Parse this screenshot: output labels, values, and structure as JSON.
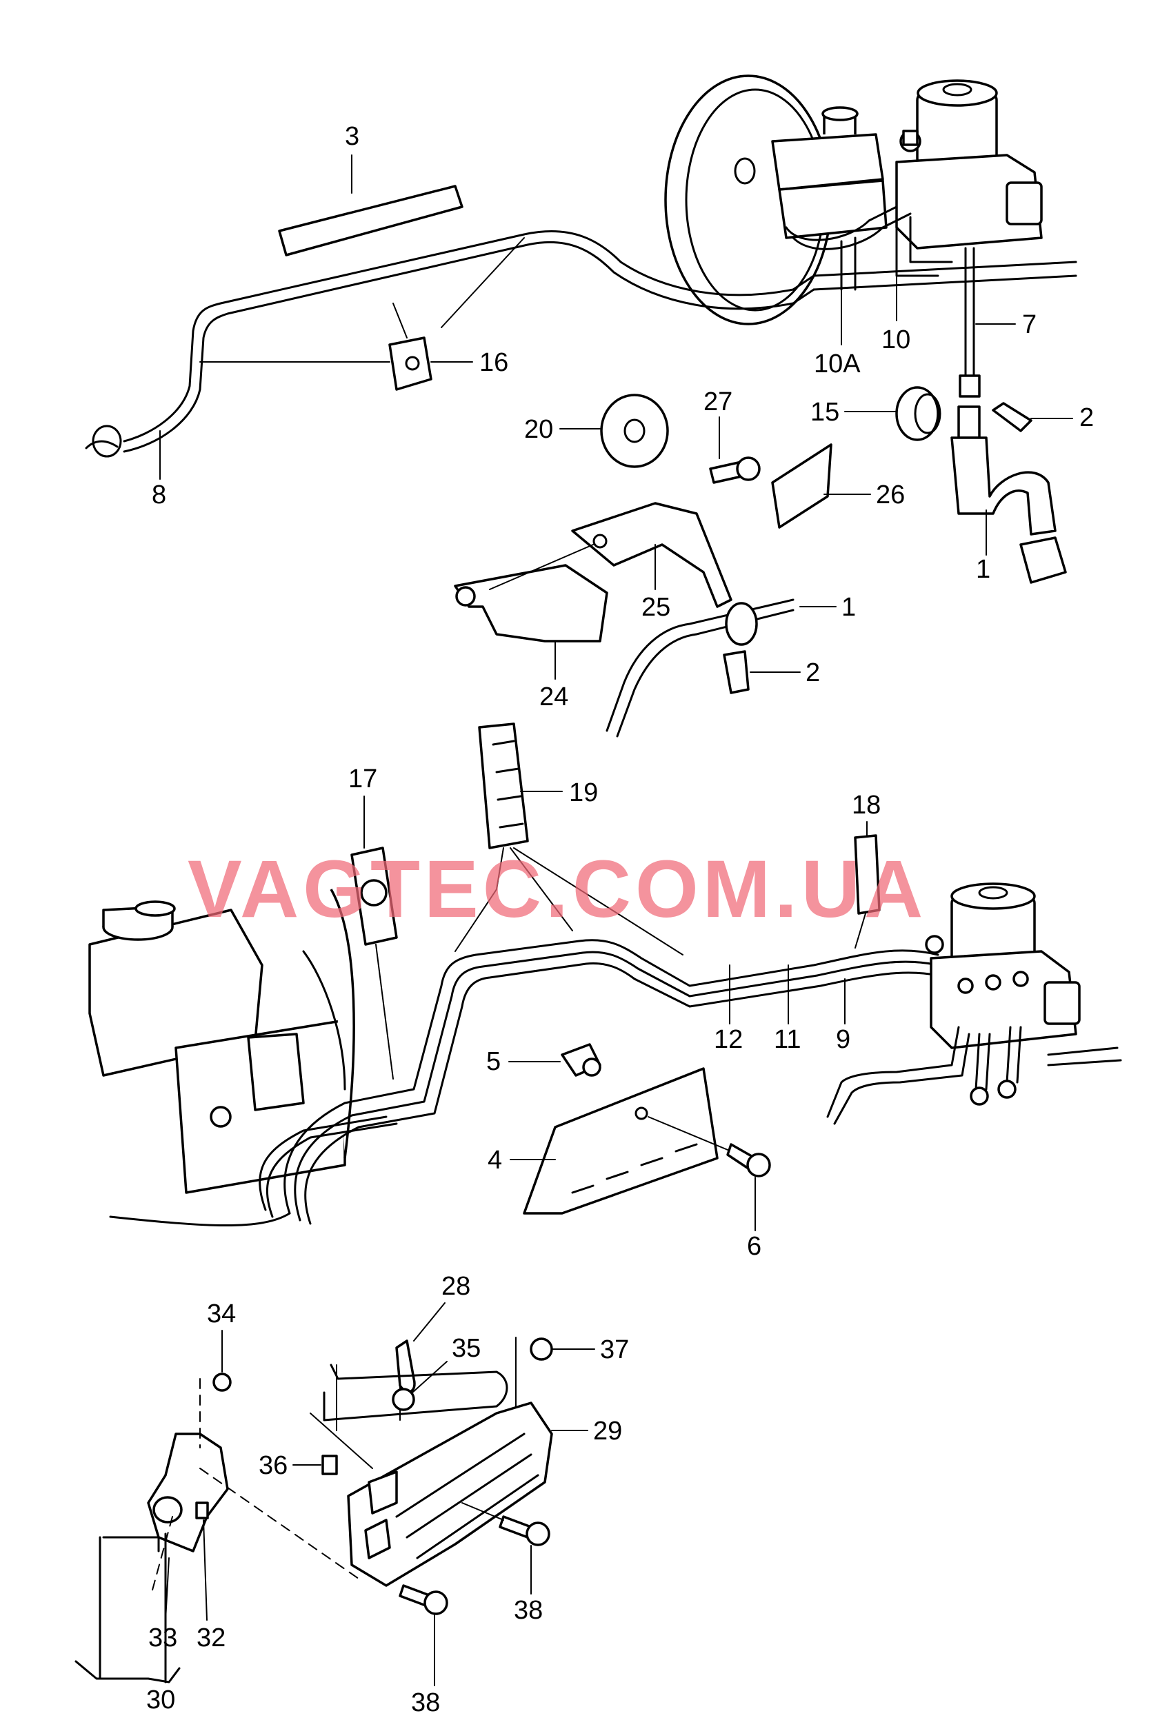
{
  "watermark": "VAGTEC.COM.UA",
  "labels": {
    "l3": "3",
    "l16": "16",
    "l8": "8",
    "l10a": "10A",
    "l10": "10",
    "l7": "7",
    "l15": "15",
    "l2a": "2",
    "l20": "20",
    "l27": "27",
    "l26": "26",
    "l1a": "1",
    "l25": "25",
    "l1b": "1",
    "l24": "24",
    "l2b": "2",
    "l17": "17",
    "l19": "19",
    "l18": "18",
    "l5": "5",
    "l12": "12",
    "l11": "11",
    "l9": "9",
    "l4": "4",
    "l6": "6",
    "l28": "28",
    "l34": "34",
    "l35": "35",
    "l37": "37",
    "l29": "29",
    "l36": "36",
    "l38a": "38",
    "l33": "33",
    "l32": "32",
    "l30": "30",
    "l38b": "38"
  },
  "colors": {
    "line": "#000000",
    "watermark": "#f06a78",
    "background": "#ffffff"
  }
}
